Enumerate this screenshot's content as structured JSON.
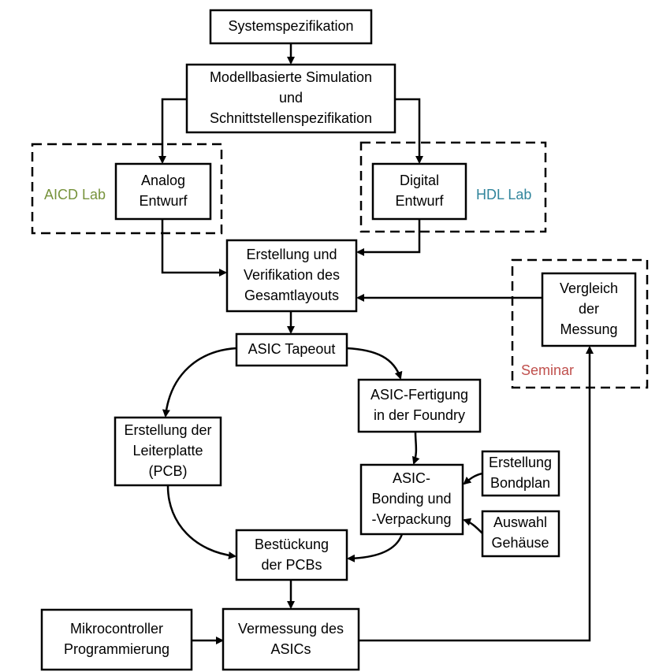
{
  "nodes": {
    "systemspezifikation": [
      "Systemspezifikation"
    ],
    "modellbasierte_simulation": [
      "Modellbasierte Simulation",
      "und",
      "Schnittstellenspezifikation"
    ],
    "analog_entwurf": [
      "Analog",
      "Entwurf"
    ],
    "digital_entwurf": [
      "Digital",
      "Entwurf"
    ],
    "gesamtlayout": [
      "Erstellung und",
      "Verifikation des",
      "Gesamtlayouts"
    ],
    "vergleich_messung": [
      "Vergleich",
      "der",
      "Messung"
    ],
    "asic_tapeout": [
      "ASIC Tapeout"
    ],
    "asic_fertigung": [
      "ASIC-Fertigung",
      "in der Foundry"
    ],
    "leiterplatte": [
      "Erstellung der",
      "Leiterplatte",
      "(PCB)"
    ],
    "bonding": [
      "ASIC-",
      "Bonding und",
      "-Verpackung"
    ],
    "bondplan": [
      "Erstellung",
      "Bondplan"
    ],
    "gehaeuse": [
      "Auswahl",
      "Gehäuse"
    ],
    "bestueckung": [
      "Bestückung",
      "der PCBs"
    ],
    "mikrocontroller": [
      "Mikrocontroller",
      "Programmierung"
    ],
    "vermessung": [
      "Vermessung des",
      "ASICs"
    ]
  },
  "groups": {
    "aicd_lab": {
      "label": "AICD Lab",
      "color": "#77933c"
    },
    "hdl_lab": {
      "label": "HDL Lab",
      "color": "#31859c"
    },
    "seminar": {
      "label": "Seminar",
      "color": "#c0504d"
    }
  }
}
